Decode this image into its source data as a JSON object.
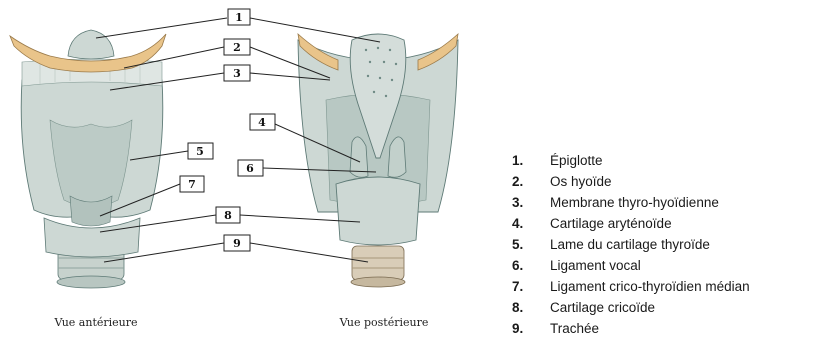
{
  "views": {
    "anterior": "Vue antérieure",
    "posterior": "Vue postérieure"
  },
  "callouts": {
    "anterior": [
      "1",
      "2",
      "3",
      "5",
      "7",
      "8",
      "9"
    ],
    "posterior": [
      "4",
      "6"
    ]
  },
  "legend": [
    {
      "num": "1.",
      "term": "Épiglotte"
    },
    {
      "num": "2.",
      "term": "Os hyoïde"
    },
    {
      "num": "3.",
      "term": "Membrane thyro-hyoïdienne"
    },
    {
      "num": "4.",
      "term": "Cartilage aryténoïde"
    },
    {
      "num": "5.",
      "term": "Lame du cartilage thyroïde"
    },
    {
      "num": "6.",
      "term": "Ligament vocal"
    },
    {
      "num": "7.",
      "term": "Ligament crico-thyroïdien médian"
    },
    {
      "num": "8.",
      "term": "Cartilage cricoïde"
    },
    {
      "num": "9.",
      "term": "Trachée"
    }
  ],
  "colors": {
    "cartilage": "#cdd8d4",
    "cartilage_shadow": "#9fb2ae",
    "bone": "#e9c48a",
    "membrane": "#dfe6e3",
    "ring": "#c7d2cd",
    "outline": "#5e7a76"
  }
}
